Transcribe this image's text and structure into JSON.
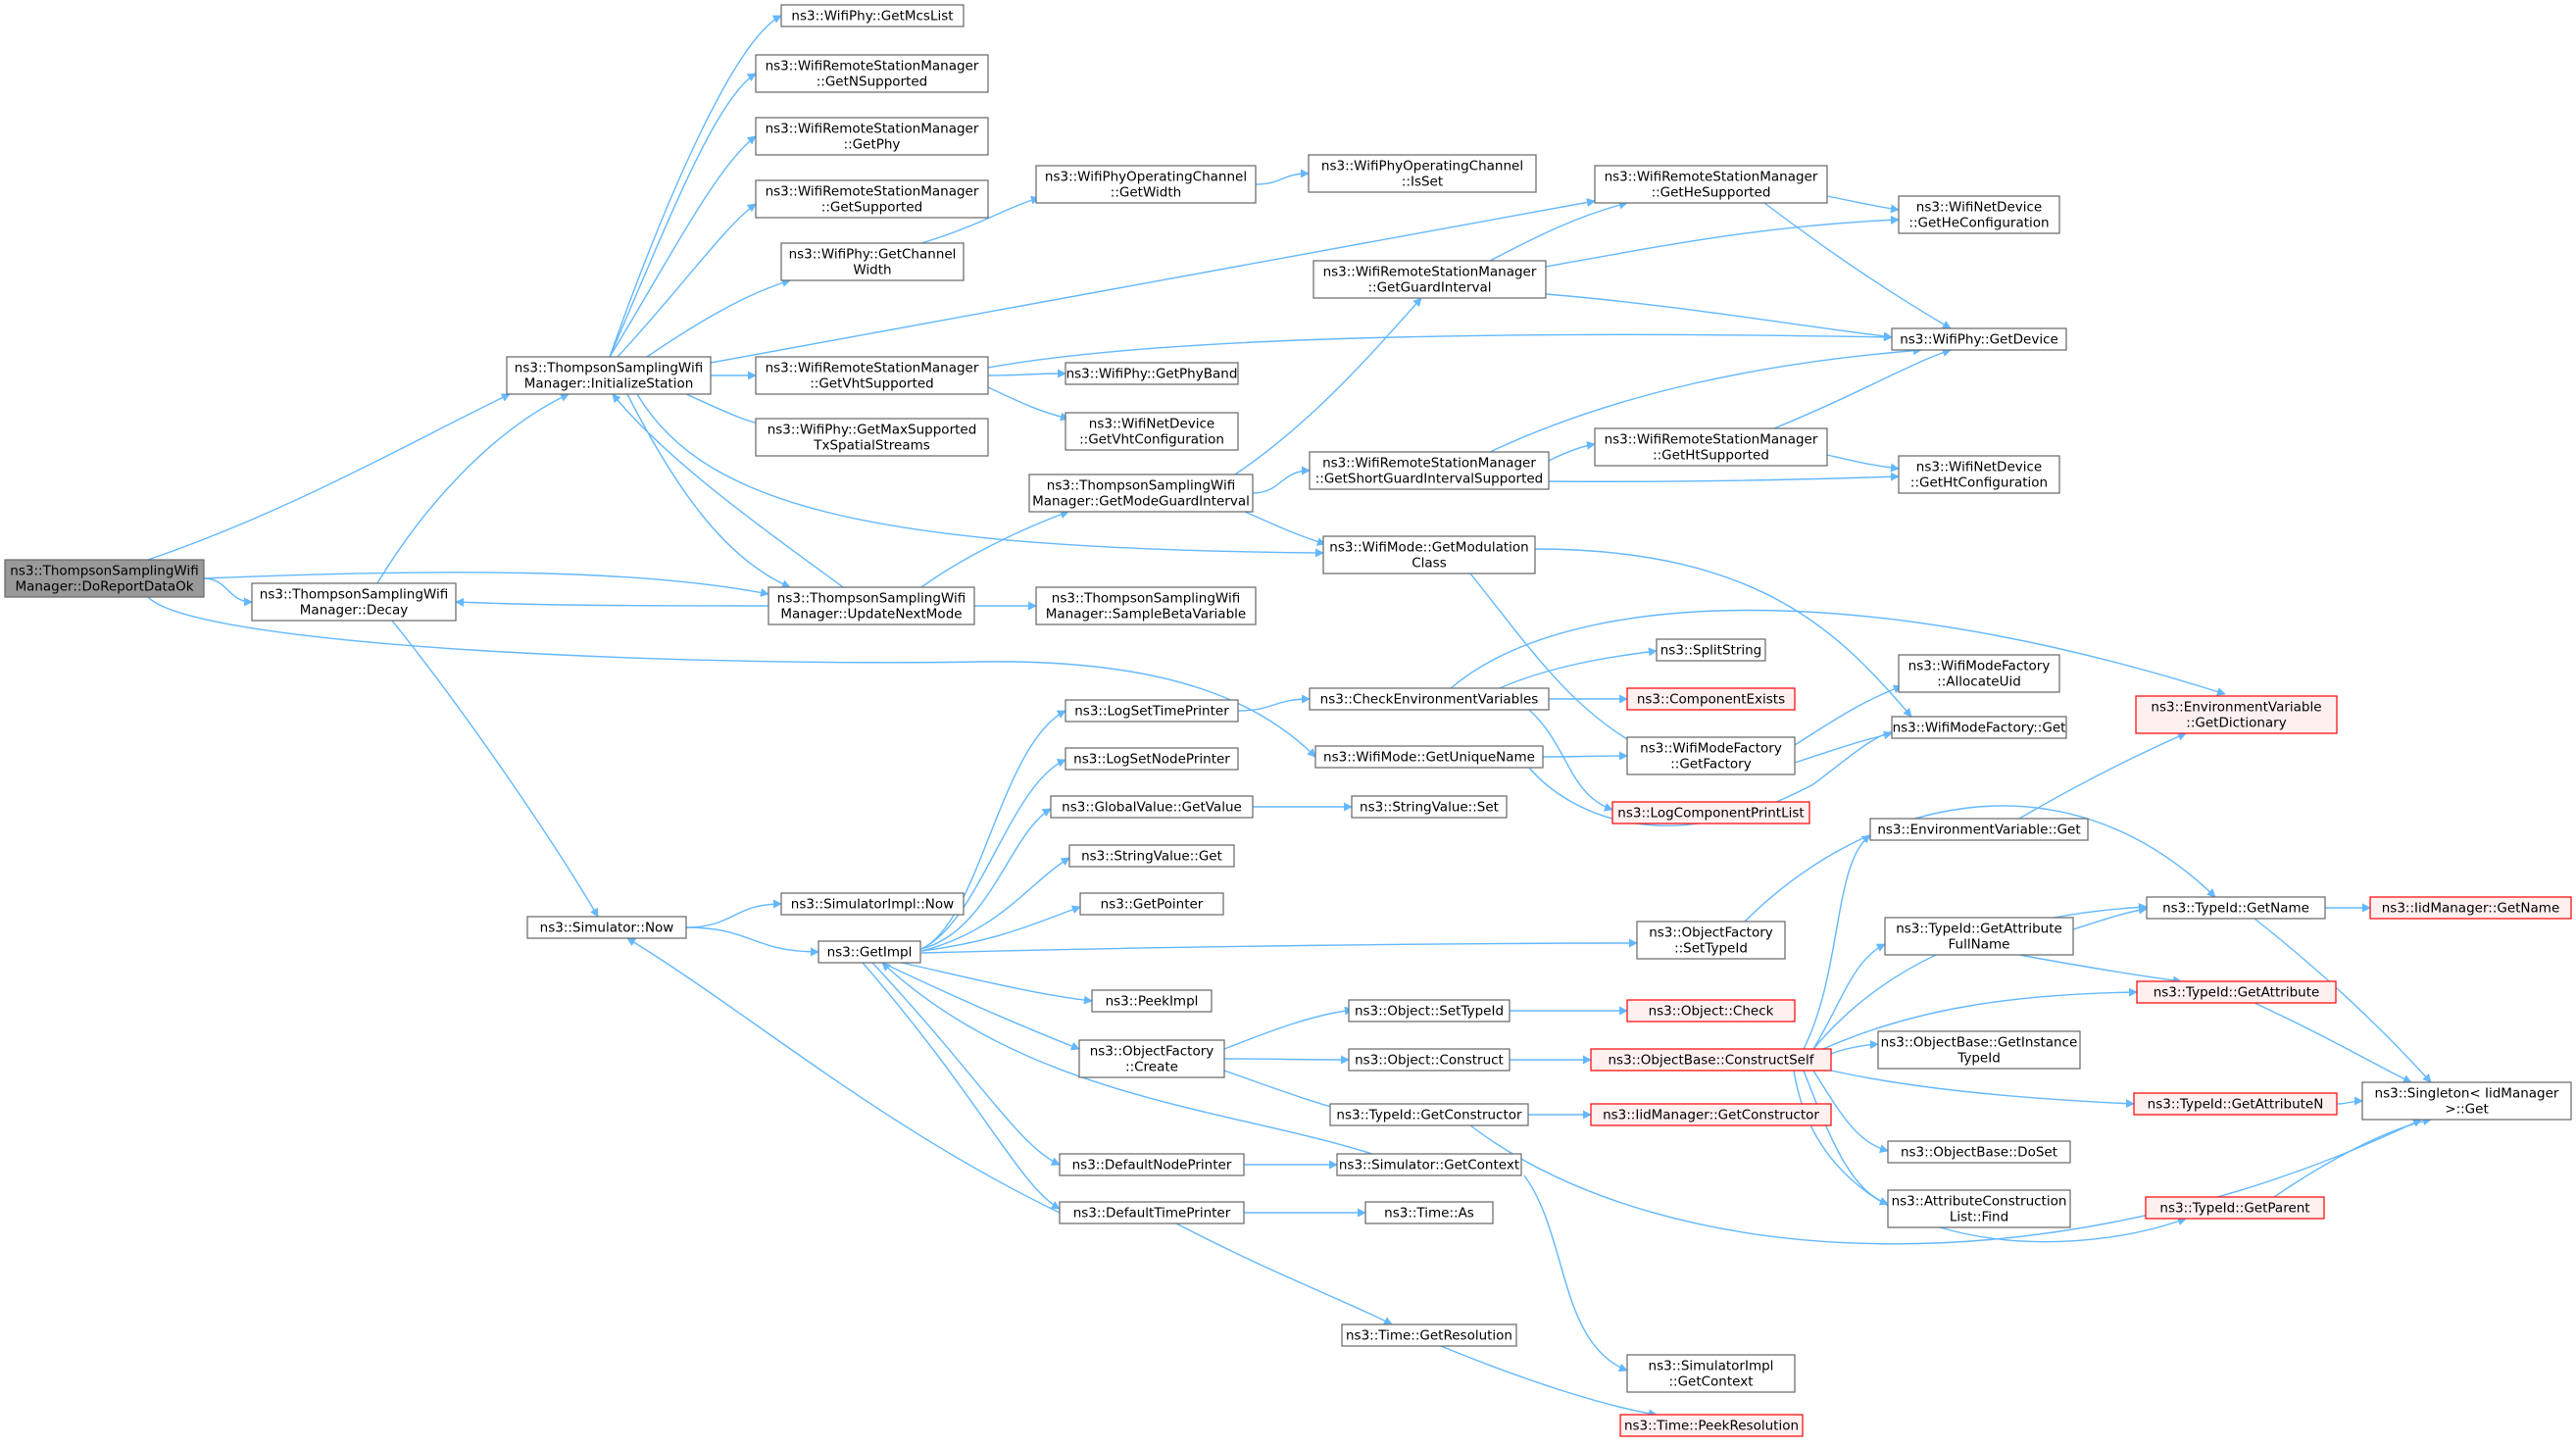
{
  "diagram": {
    "colors": {
      "edge": "#63b8ff",
      "node_fill": "#ffffff",
      "node_border": "#666666",
      "root_fill": "#999999",
      "truncated_fill": "#fff0f0",
      "truncated_border": "#ff0000"
    },
    "nodes": [
      {
        "id": "doreport",
        "lines": [
          "ns3::ThompsonSamplingWifi",
          "Manager::DoReportDataOk"
        ],
        "style": "root"
      },
      {
        "id": "decay",
        "lines": [
          "ns3::ThompsonSamplingWifi",
          "Manager::Decay"
        ],
        "style": "normal"
      },
      {
        "id": "initsta",
        "lines": [
          "ns3::ThompsonSamplingWifi",
          "Manager::InitializeStation"
        ],
        "style": "normal"
      },
      {
        "id": "simnow",
        "lines": [
          "ns3::Simulator::Now"
        ],
        "style": "normal"
      },
      {
        "id": "getmcs",
        "lines": [
          "ns3::WifiPhy::GetMcsList"
        ],
        "style": "normal"
      },
      {
        "id": "getnsup",
        "lines": [
          "ns3::WifiRemoteStationManager",
          "::GetNSupported"
        ],
        "style": "normal"
      },
      {
        "id": "getphy",
        "lines": [
          "ns3::WifiRemoteStationManager",
          "::GetPhy"
        ],
        "style": "normal"
      },
      {
        "id": "getsup",
        "lines": [
          "ns3::WifiRemoteStationManager",
          "::GetSupported"
        ],
        "style": "normal"
      },
      {
        "id": "chwidth",
        "lines": [
          "ns3::WifiPhy::GetChannel",
          "Width"
        ],
        "style": "normal"
      },
      {
        "id": "getvht",
        "lines": [
          "ns3::WifiRemoteStationManager",
          "::GetVhtSupported"
        ],
        "style": "normal"
      },
      {
        "id": "maxss",
        "lines": [
          "ns3::WifiPhy::GetMaxSupported",
          "TxSpatialStreams"
        ],
        "style": "normal"
      },
      {
        "id": "updnext",
        "lines": [
          "ns3::ThompsonSamplingWifi",
          "Manager::UpdateNextMode"
        ],
        "style": "normal"
      },
      {
        "id": "simimplnow",
        "lines": [
          "ns3::SimulatorImpl::Now"
        ],
        "style": "normal"
      },
      {
        "id": "getimpl",
        "lines": [
          "ns3::GetImpl"
        ],
        "style": "normal"
      },
      {
        "id": "opchwidth",
        "lines": [
          "ns3::WifiPhyOperatingChannel",
          "::GetWidth"
        ],
        "style": "normal"
      },
      {
        "id": "opchisset",
        "lines": [
          "ns3::WifiPhyOperatingChannel",
          "::IsSet"
        ],
        "style": "normal"
      },
      {
        "id": "getphyband",
        "lines": [
          "ns3::WifiPhy::GetPhyBand"
        ],
        "style": "normal"
      },
      {
        "id": "getvhtconf",
        "lines": [
          "ns3::WifiNetDevice",
          "::GetVhtConfiguration"
        ],
        "style": "normal"
      },
      {
        "id": "getmodegi",
        "lines": [
          "ns3::ThompsonSamplingWifi",
          "Manager::GetModeGuardInterval"
        ],
        "style": "normal"
      },
      {
        "id": "samplebeta",
        "lines": [
          "ns3::ThompsonSamplingWifi",
          "Manager::SampleBetaVariable"
        ],
        "style": "normal"
      },
      {
        "id": "logsettime",
        "lines": [
          "ns3::LogSetTimePrinter"
        ],
        "style": "normal"
      },
      {
        "id": "logsetnode",
        "lines": [
          "ns3::LogSetNodePrinter"
        ],
        "style": "normal"
      },
      {
        "id": "gvgetvalue",
        "lines": [
          "ns3::GlobalValue::GetValue"
        ],
        "style": "normal"
      },
      {
        "id": "strvget",
        "lines": [
          "ns3::StringValue::Get"
        ],
        "style": "normal"
      },
      {
        "id": "getpointer",
        "lines": [
          "ns3::GetPointer"
        ],
        "style": "normal"
      },
      {
        "id": "peekimpl",
        "lines": [
          "ns3::PeekImpl"
        ],
        "style": "normal"
      },
      {
        "id": "ofcreate",
        "lines": [
          "ns3::ObjectFactory",
          "::Create"
        ],
        "style": "normal"
      },
      {
        "id": "defnodeprn",
        "lines": [
          "ns3::DefaultNodePrinter"
        ],
        "style": "normal"
      },
      {
        "id": "deftimeprn",
        "lines": [
          "ns3::DefaultTimePrinter"
        ],
        "style": "normal"
      },
      {
        "id": "getgi",
        "lines": [
          "ns3::WifiRemoteStationManager",
          "::GetGuardInterval"
        ],
        "style": "normal"
      },
      {
        "id": "getsgi",
        "lines": [
          "ns3::WifiRemoteStationManager",
          "::GetShortGuardIntervalSupported"
        ],
        "style": "normal"
      },
      {
        "id": "getmodcls",
        "lines": [
          "ns3::WifiMode::GetModulation",
          "Class"
        ],
        "style": "normal"
      },
      {
        "id": "checkenv",
        "lines": [
          "ns3::CheckEnvironmentVariables"
        ],
        "style": "normal"
      },
      {
        "id": "getuname",
        "lines": [
          "ns3::WifiMode::GetUniqueName"
        ],
        "style": "normal"
      },
      {
        "id": "strvset",
        "lines": [
          "ns3::StringValue::Set"
        ],
        "style": "normal"
      },
      {
        "id": "objsettid",
        "lines": [
          "ns3::Object::SetTypeId"
        ],
        "style": "normal"
      },
      {
        "id": "objconstr",
        "lines": [
          "ns3::Object::Construct"
        ],
        "style": "normal"
      },
      {
        "id": "tidgetctor",
        "lines": [
          "ns3::TypeId::GetConstructor"
        ],
        "style": "normal"
      },
      {
        "id": "simgetctx",
        "lines": [
          "ns3::Simulator::GetContext"
        ],
        "style": "normal"
      },
      {
        "id": "timeas",
        "lines": [
          "ns3::Time::As"
        ],
        "style": "normal"
      },
      {
        "id": "timegetres",
        "lines": [
          "ns3::Time::GetResolution"
        ],
        "style": "normal"
      },
      {
        "id": "gethesup",
        "lines": [
          "ns3::WifiRemoteStationManager",
          "::GetHeSupported"
        ],
        "style": "normal"
      },
      {
        "id": "gethtsup",
        "lines": [
          "ns3::WifiRemoteStationManager",
          "::GetHtSupported"
        ],
        "style": "normal"
      },
      {
        "id": "splitstr",
        "lines": [
          "ns3::SplitString"
        ],
        "style": "normal"
      },
      {
        "id": "compexists",
        "lines": [
          "ns3::ComponentExists"
        ],
        "style": "truncated"
      },
      {
        "id": "getfactory",
        "lines": [
          "ns3::WifiModeFactory",
          "::GetFactory"
        ],
        "style": "normal"
      },
      {
        "id": "logcompprn",
        "lines": [
          "ns3::LogComponentPrintList"
        ],
        "style": "truncated"
      },
      {
        "id": "ofsettid",
        "lines": [
          "ns3::ObjectFactory",
          "::SetTypeId"
        ],
        "style": "normal"
      },
      {
        "id": "objcheck",
        "lines": [
          "ns3::Object::Check"
        ],
        "style": "truncated"
      },
      {
        "id": "obconstself",
        "lines": [
          "ns3::ObjectBase::ConstructSelf"
        ],
        "style": "truncated"
      },
      {
        "id": "iidgetctor",
        "lines": [
          "ns3::IidManager::GetConstructor"
        ],
        "style": "truncated"
      },
      {
        "id": "simimplctx",
        "lines": [
          "ns3::SimulatorImpl",
          "::GetContext"
        ],
        "style": "normal"
      },
      {
        "id": "timepeekres",
        "lines": [
          "ns3::Time::PeekResolution"
        ],
        "style": "truncated"
      },
      {
        "id": "gethecfg",
        "lines": [
          "ns3::WifiNetDevice",
          "::GetHeConfiguration"
        ],
        "style": "normal"
      },
      {
        "id": "phygetdev",
        "lines": [
          "ns3::WifiPhy::GetDevice"
        ],
        "style": "normal"
      },
      {
        "id": "gethtcfg",
        "lines": [
          "ns3::WifiNetDevice",
          "::GetHtConfiguration"
        ],
        "style": "normal"
      },
      {
        "id": "allocuid",
        "lines": [
          "ns3::WifiModeFactory",
          "::AllocateUid"
        ],
        "style": "normal"
      },
      {
        "id": "wmfget",
        "lines": [
          "ns3::WifiModeFactory::Get"
        ],
        "style": "normal"
      },
      {
        "id": "envget",
        "lines": [
          "ns3::EnvironmentVariable::Get"
        ],
        "style": "normal"
      },
      {
        "id": "tidgetattrfn",
        "lines": [
          "ns3::TypeId::GetAttribute",
          "FullName"
        ],
        "style": "normal"
      },
      {
        "id": "obgetinsttid",
        "lines": [
          "ns3::ObjectBase::GetInstance",
          "TypeId"
        ],
        "style": "normal"
      },
      {
        "id": "obdoset",
        "lines": [
          "ns3::ObjectBase::DoSet"
        ],
        "style": "normal"
      },
      {
        "id": "acfind",
        "lines": [
          "ns3::AttributeConstruction",
          "List::Find"
        ],
        "style": "normal"
      },
      {
        "id": "envgetdict",
        "lines": [
          "ns3::EnvironmentVariable",
          "::GetDictionary"
        ],
        "style": "truncated"
      },
      {
        "id": "tidgetname",
        "lines": [
          "ns3::TypeId::GetName"
        ],
        "style": "normal"
      },
      {
        "id": "tidgetattr",
        "lines": [
          "ns3::TypeId::GetAttribute"
        ],
        "style": "truncated"
      },
      {
        "id": "tidgetattrn",
        "lines": [
          "ns3::TypeId::GetAttributeN"
        ],
        "style": "truncated"
      },
      {
        "id": "tidgetparent",
        "lines": [
          "ns3::TypeId::GetParent"
        ],
        "style": "truncated"
      },
      {
        "id": "iidgetname",
        "lines": [
          "ns3::IidManager::GetName"
        ],
        "style": "truncated"
      },
      {
        "id": "singletonget",
        "lines": [
          "ns3::Singleton< IidManager",
          ">::Get"
        ],
        "style": "normal"
      }
    ]
  }
}
